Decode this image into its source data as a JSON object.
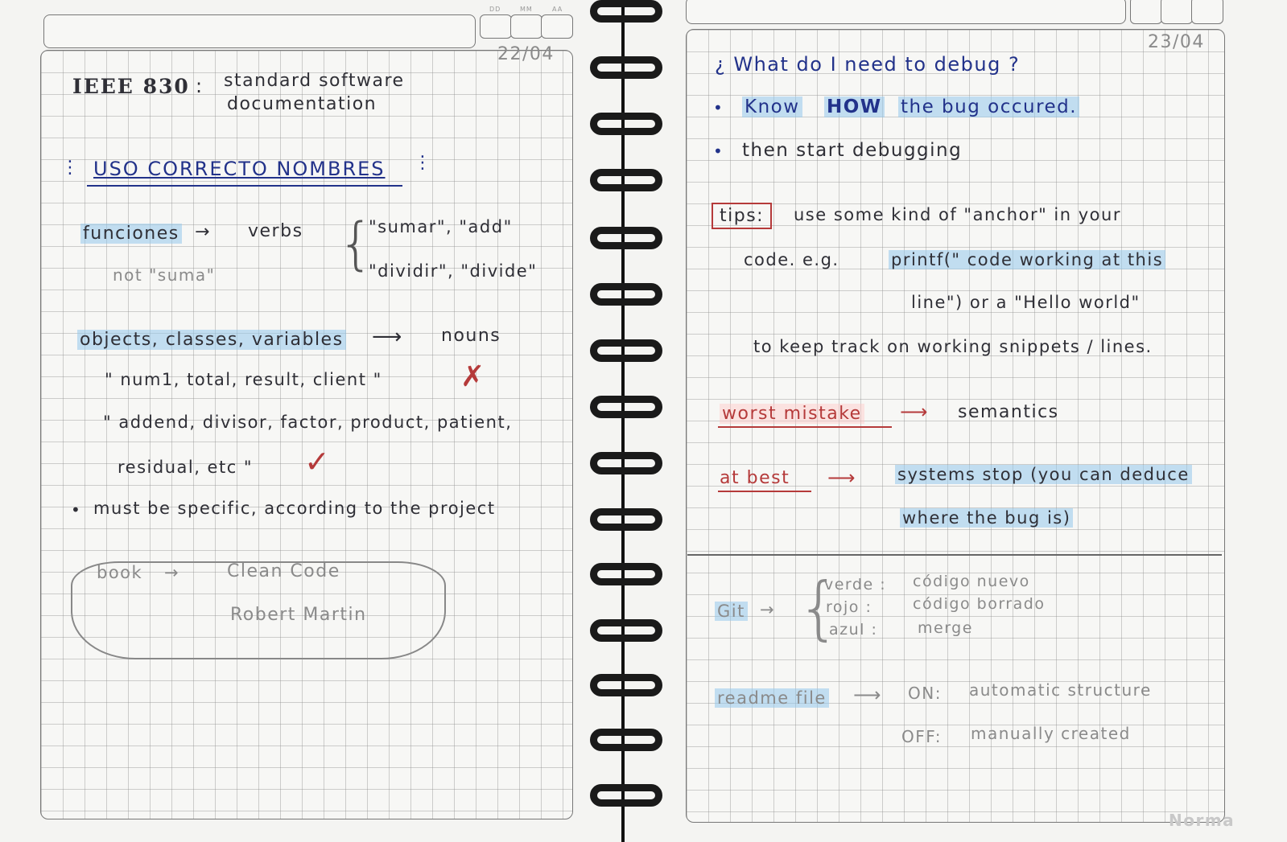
{
  "left_page": {
    "date_labels": [
      "DD",
      "MM",
      "AA"
    ],
    "date": "22/04",
    "title_code": "IEEE 830",
    "title_colon": ":",
    "title_line1": "standard software",
    "title_line2": "documentation",
    "section_heading": "USO CORRECTO NOMBRES",
    "functions_label": "funciones",
    "arrow": "→",
    "verbs": "verbs",
    "verb_examples_1": "\"sumar\", \"add\"",
    "verb_examples_2": "\"dividir\", \"divide\"",
    "not_example": "not \"suma\"",
    "objects_label": "objects, classes, variables",
    "long_arrow": "⟶",
    "nouns": "nouns",
    "bad_examples": "\" num1, total, result, client \"",
    "bad_mark": "✗",
    "good_examples_1": "\" addend, divisor, factor, product, patient,",
    "good_examples_2": "residual, etc \"",
    "good_mark": "✓",
    "bullet": "•",
    "specific_note": "must be specific, according to the project",
    "book_label": "book",
    "book_title": "Clean Code",
    "book_author": "Robert Martin"
  },
  "right_page": {
    "date": "23/04",
    "question": "¿ What do I need to debug ?",
    "bullet": "•",
    "bullet1_pre": "Know",
    "bullet1_how": "HOW",
    "bullet1_post": "the bug occured.",
    "bullet2": "then start debugging",
    "tips_label": "tips:",
    "tips_line1": "use some kind of \"anchor\" in your",
    "tips_line2_pre": "code. e.g.",
    "tips_line2_code": "printf(\" code working at this",
    "tips_line3": "line\") or a \"Hello world\"",
    "tips_line4": "to keep track on working snippets / lines.",
    "worst_label": "worst mistake",
    "worst_value": "semantics",
    "best_label": "at best",
    "best_value": "systems stop (you can deduce",
    "best_value_2": "where the bug is)",
    "git_label": "Git",
    "git_rows": [
      {
        "color": "verde :",
        "meaning": "código nuevo"
      },
      {
        "color": "rojo :",
        "meaning": "código borrado"
      },
      {
        "color": "azul :",
        "meaning": "merge"
      }
    ],
    "readme_label": "readme file",
    "readme_on_label": "ON:",
    "readme_on": "automatic structure",
    "readme_off_label": "OFF:",
    "readme_off": "manually created",
    "brand": "Norma"
  },
  "colors": {
    "ink": "#2f2f36",
    "blue_ink": "#22328a",
    "red_ink": "#b53a3a",
    "highlighter": "#96c8eb",
    "grid": "#969696",
    "spiral": "#1a1a1a"
  }
}
